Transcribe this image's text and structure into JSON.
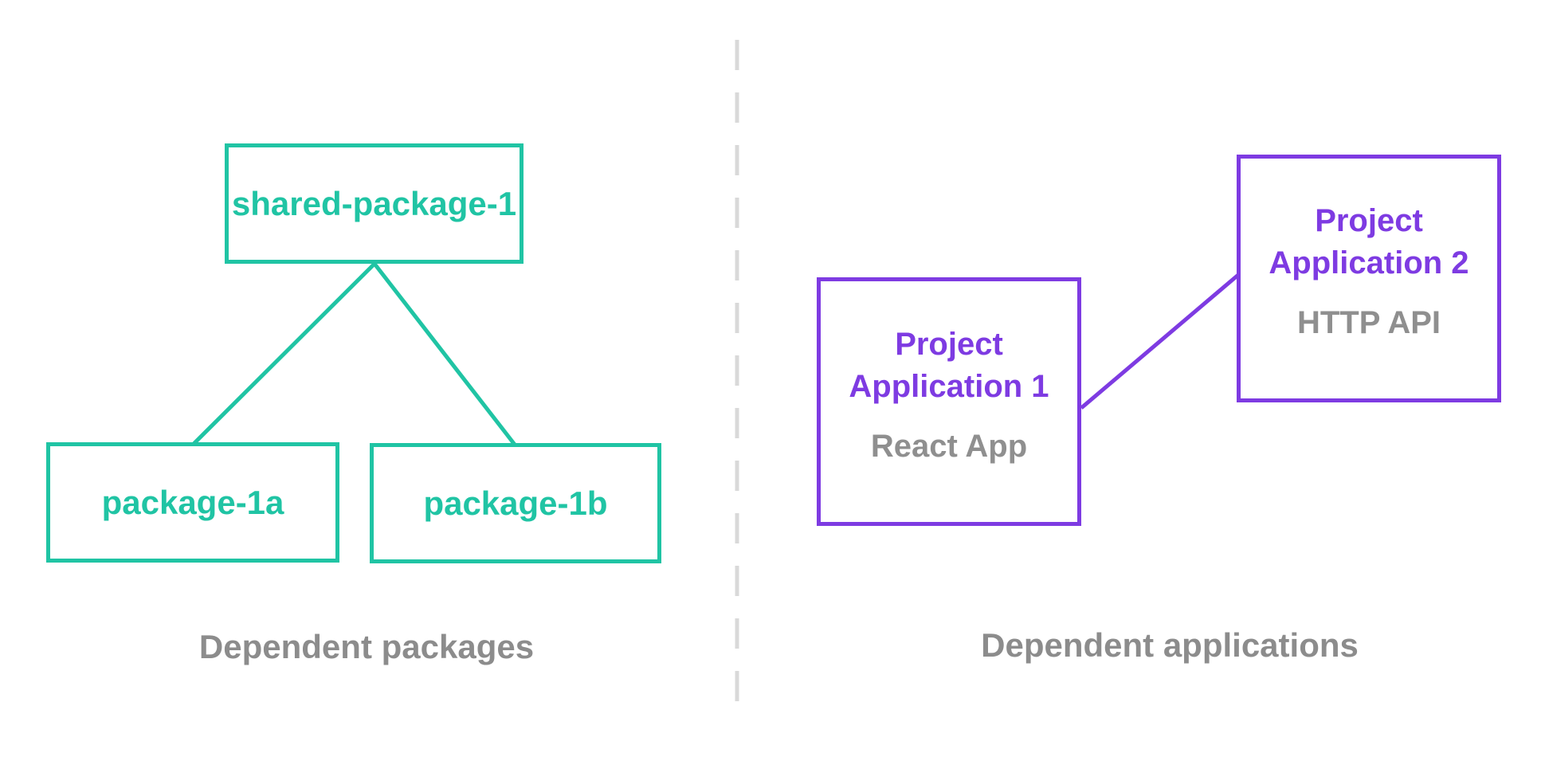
{
  "colors": {
    "background": "#ffffff",
    "teal": "#20C4A4",
    "purple": "#7E3BE2",
    "label_gray": "#8C8C8C",
    "subtitle_gray": "#8F8F8F",
    "divider_gray": "#D9D9D9"
  },
  "left_section": {
    "section_label": "Dependent packages",
    "root_node": {
      "label": "shared-package-1"
    },
    "child_nodes": [
      {
        "label": "package-1a"
      },
      {
        "label": "package-1b"
      }
    ]
  },
  "right_section": {
    "section_label": "Dependent applications",
    "nodes": [
      {
        "title_line_1": "Project",
        "title_line_2": "Application 1",
        "subtitle": "React App"
      },
      {
        "title_line_1": "Project",
        "title_line_2": "Application 2",
        "subtitle": "HTTP API"
      }
    ]
  }
}
